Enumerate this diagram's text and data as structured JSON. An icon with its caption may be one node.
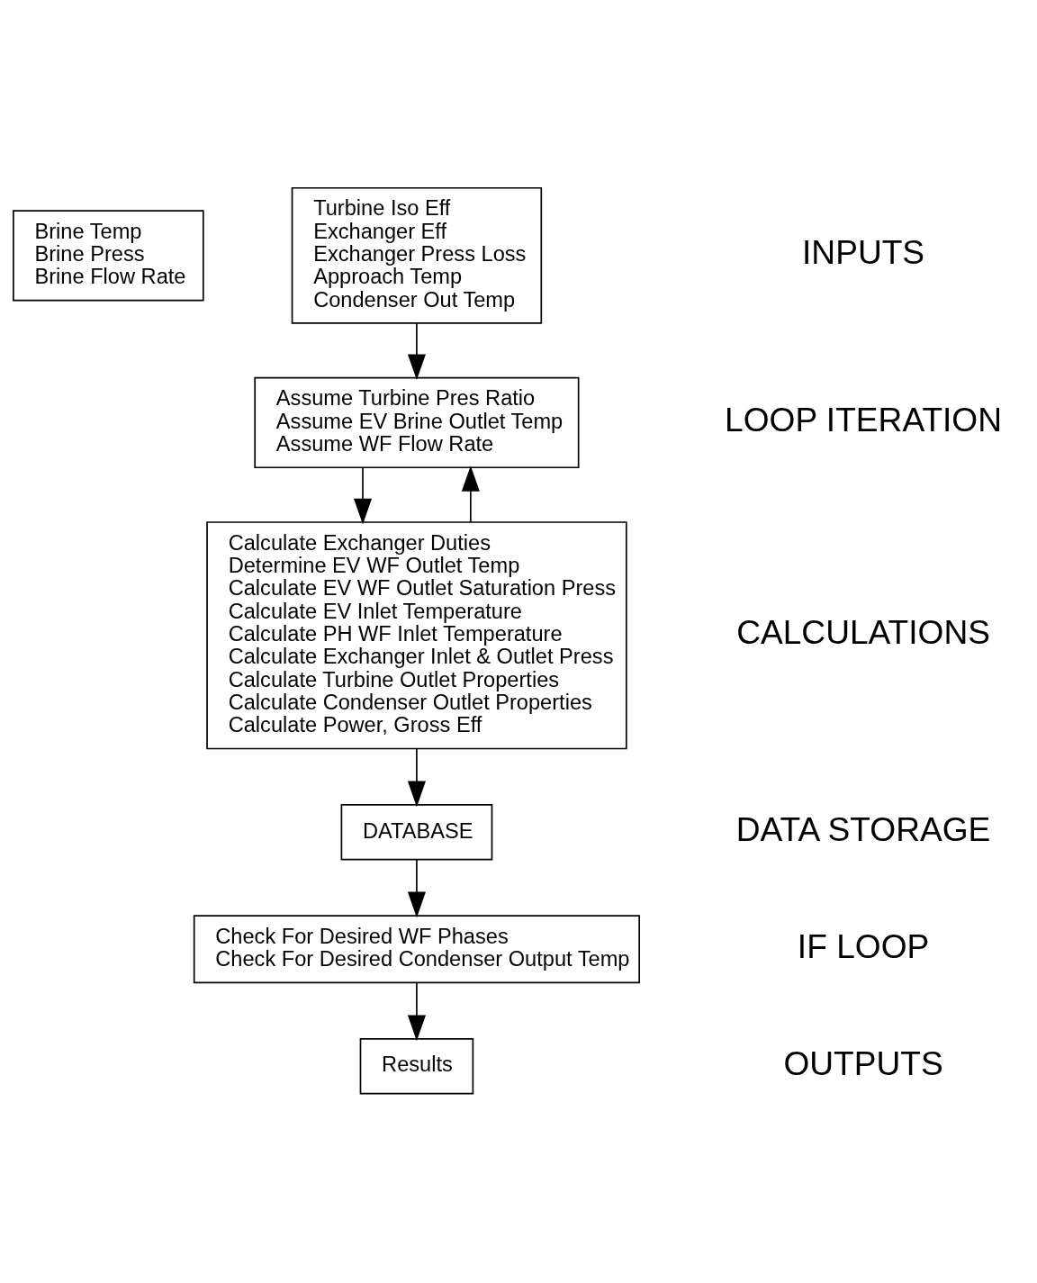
{
  "diagram": {
    "nodes": [
      {
        "text": [
          "Brine Temp",
          "Brine Press",
          "Brine Flow Rate"
        ]
      },
      {
        "text": [
          "Turbine Iso Eff",
          "Exchanger Eff",
          "Exchanger Press Loss",
          "Approach Temp",
          "Condenser Out Temp"
        ]
      },
      {
        "text": [
          "Assume Turbine Pres Ratio",
          "Assume EV Brine Outlet Temp",
          "Assume WF Flow Rate"
        ]
      },
      {
        "text": [
          "Calculate Exchanger Duties",
          "Determine EV WF Outlet Temp",
          "Calculate EV WF Outlet Saturation Press",
          "Calculate EV Inlet Temperature",
          "Calculate PH WF Inlet Temperature",
          "Calculate Exchanger Inlet & Outlet Press",
          "Calculate Turbine Outlet Properties",
          "Calculate Condenser Outlet Properties",
          "Calculate Power, Gross Eff"
        ]
      },
      {
        "text": [
          "DATABASE"
        ]
      },
      {
        "text": [
          "Check For Desired WF Phases",
          "Check For Desired Condenser Output Temp"
        ]
      },
      {
        "text": [
          "Results"
        ]
      }
    ],
    "edges": [
      {
        "from": 1,
        "to": 2,
        "arrow": "to"
      },
      {
        "from": 2,
        "to": 3,
        "arrow": "to"
      },
      {
        "from": 3,
        "to": 2,
        "arrow": "to"
      },
      {
        "from": 3,
        "to": 4,
        "arrow": "to"
      },
      {
        "from": 4,
        "to": 5,
        "arrow": "to"
      },
      {
        "from": 5,
        "to": 6,
        "arrow": "to"
      }
    ],
    "labels": [
      "INPUTS",
      "LOOP ITERATION",
      "CALCULATIONS",
      "DATA STORAGE",
      "IF LOOP",
      "OUTPUTS"
    ]
  }
}
